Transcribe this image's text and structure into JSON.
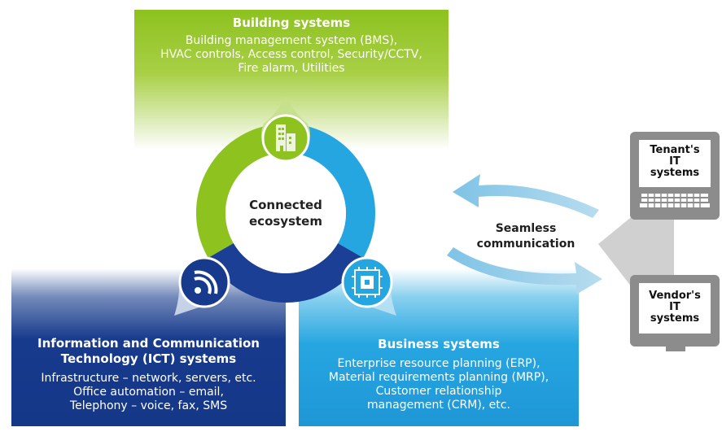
{
  "building": {
    "title": "Building systems",
    "lines": [
      "Building management system (BMS),",
      "HVAC controls, Access control, Security/CCTV,",
      "Fire alarm, Utilities"
    ]
  },
  "center": {
    "line1": "Connected",
    "line2": "ecosystem"
  },
  "ict": {
    "title_lines": [
      "Information and Communication",
      "Technology (ICT) systems"
    ],
    "lines": [
      "Infrastructure – network, servers, etc.",
      "Office automation – email,",
      "Telephony – voice, fax, SMS"
    ]
  },
  "business": {
    "title": "Business systems",
    "lines": [
      "Enterprise resource planning (ERP),",
      "Material requirements planning (MRP),",
      "Customer relationship",
      "management (CRM), etc."
    ]
  },
  "communication": {
    "line1": "Seamless",
    "line2": "communication"
  },
  "tenant": {
    "lines": [
      "Tenant's",
      "IT",
      "systems"
    ]
  },
  "vendor": {
    "lines": [
      "Vendor's",
      "IT",
      "systems"
    ]
  },
  "icons": {
    "building": "building-icon",
    "ict": "wifi-signal-icon",
    "business": "chip-icon",
    "laptop": "laptop-icon",
    "monitor": "monitor-icon"
  },
  "colors": {
    "green": "#8dc21f",
    "dark_blue": "#173a8c",
    "light_blue": "#26a6e1",
    "arrow": "#8fcbe8",
    "device_gray": "#8c8c8c"
  }
}
